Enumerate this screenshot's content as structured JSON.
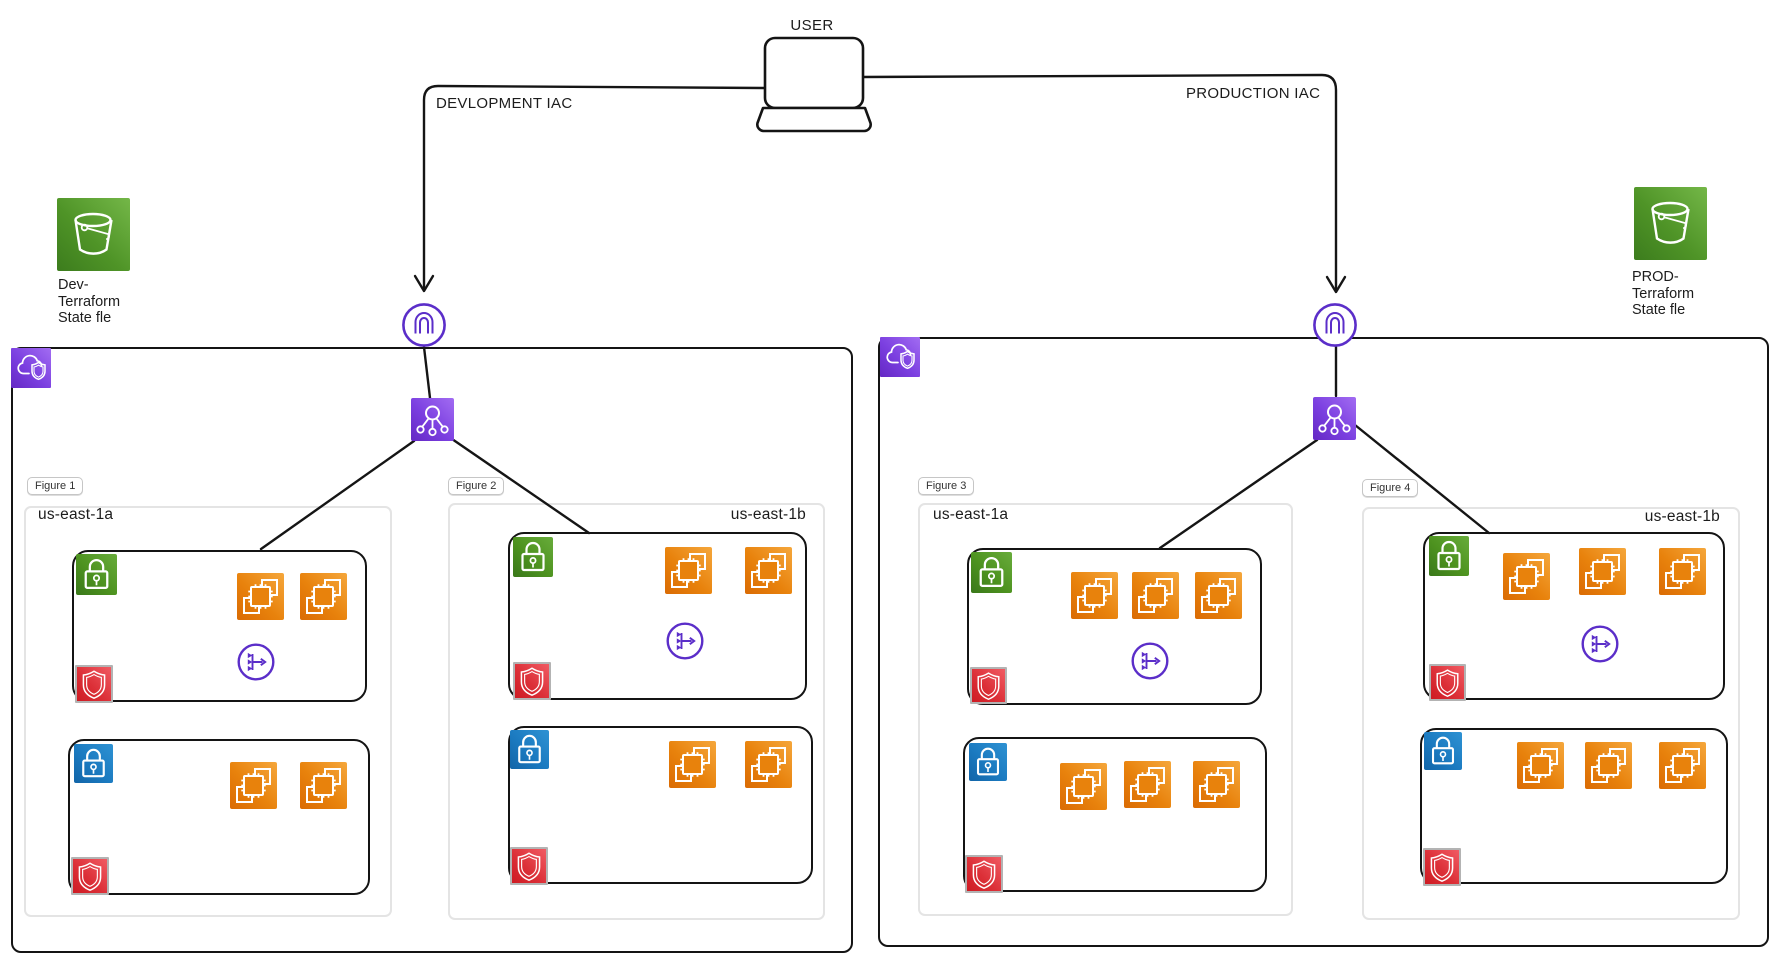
{
  "user_label": "USER",
  "branches": {
    "dev": "DEVLOPMENT IAC",
    "prod": "PRODUCTION IAC"
  },
  "state_files": {
    "dev": {
      "lines": [
        "Dev-",
        "Terraform",
        "State fle"
      ]
    },
    "prod": {
      "lines": [
        "PROD-",
        "Terraform",
        "State fle"
      ]
    }
  },
  "figures": [
    {
      "badge": "Figure 1",
      "az": "us-east-1a",
      "subnets": [
        {
          "type": "public",
          "instances": 2,
          "has_nat": true
        },
        {
          "type": "private",
          "instances": 2,
          "has_nat": false
        }
      ]
    },
    {
      "badge": "Figure 2",
      "az": "us-east-1b",
      "subnets": [
        {
          "type": "public",
          "instances": 2,
          "has_nat": true
        },
        {
          "type": "private",
          "instances": 2,
          "has_nat": false
        }
      ]
    },
    {
      "badge": "Figure 3",
      "az": "us-east-1a",
      "subnets": [
        {
          "type": "public",
          "instances": 3,
          "has_nat": true
        },
        {
          "type": "private",
          "instances": 3,
          "has_nat": false
        }
      ]
    },
    {
      "badge": "Figure 4",
      "az": "us-east-1b",
      "subnets": [
        {
          "type": "public",
          "instances": 3,
          "has_nat": true
        },
        {
          "type": "private",
          "instances": 3,
          "has_nat": false
        }
      ]
    }
  ],
  "icons": {
    "user_device": "laptop-icon",
    "gateway": "internet-gateway-icon",
    "load_balancer": "elastic-load-balancer-icon",
    "vpc": "cloud-shield-icon",
    "public_subnet_lock": "green-lock-icon",
    "private_subnet_lock": "blue-lock-icon",
    "security": "red-shield-icon",
    "compute": "ec2-instances-icon",
    "nat": "nat-gateway-icon",
    "storage": "s3-bucket-icon"
  },
  "colors": {
    "line": "#151515",
    "purple_stroke": "#5b2ec9",
    "purple_tile": "#7b3fe0",
    "orange_tile": "#e8820c",
    "green_tile": "#4d921f",
    "blue_tile": "#1b7ac0",
    "red_tile": "#dc3038",
    "s3_green": "#4f9427",
    "container_border": "#e4e4e4"
  }
}
